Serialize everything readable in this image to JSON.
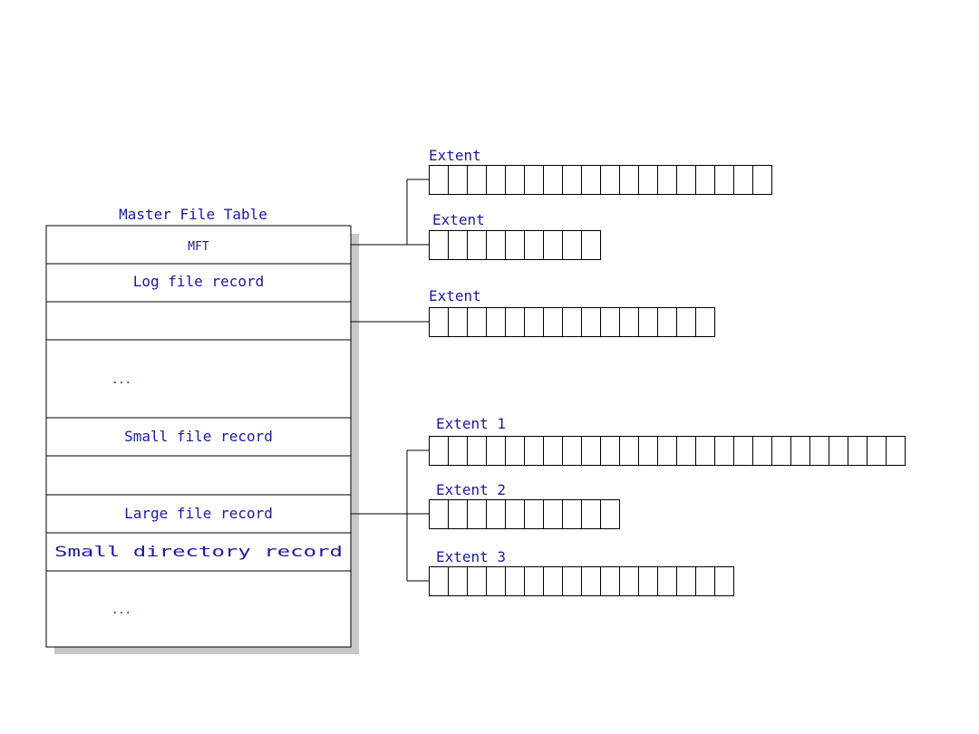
{
  "mft": {
    "title": "Master File Table",
    "rows": [
      {
        "label": "MFT"
      },
      {
        "label": "Log file record"
      },
      {
        "label": ""
      },
      {
        "label": "..."
      },
      {
        "label": "Small file record"
      },
      {
        "label": ""
      },
      {
        "label": "Large file record"
      },
      {
        "label": "Small directory record"
      },
      {
        "label": "..."
      }
    ]
  },
  "extents": [
    {
      "label": "Extent",
      "cells": 18
    },
    {
      "label": "Extent",
      "cells": 9
    },
    {
      "label": "Extent",
      "cells": 15
    },
    {
      "label": "Extent 1",
      "cells": 25
    },
    {
      "label": "Extent 2",
      "cells": 10
    },
    {
      "label": "Extent 3",
      "cells": 16
    }
  ],
  "colors": {
    "label_text": "#1a1aa0",
    "row_text": "#1a1aa0",
    "line": "#000000",
    "shadow": "#c8c8c8",
    "box_fill": "#ffffff"
  }
}
